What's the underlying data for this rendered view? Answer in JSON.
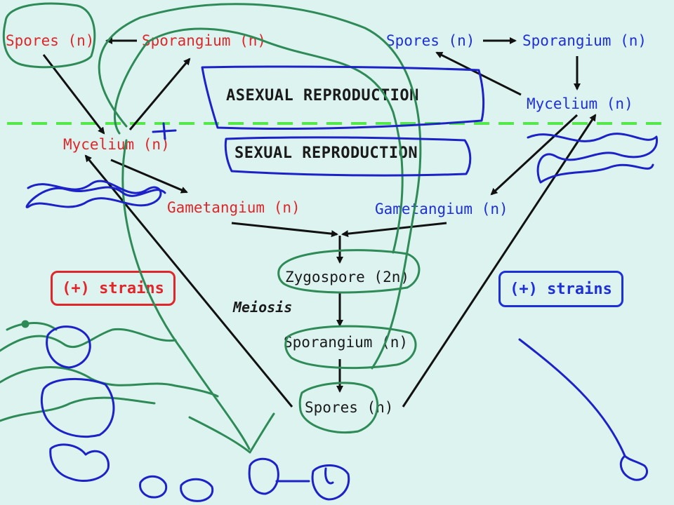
{
  "colors": {
    "background": "#dcf3ef",
    "left_strain": "#e0262a",
    "right_strain": "#1d2fd8",
    "arrows": "#111111",
    "divider": "#55e84a",
    "ink_green": "#2e8b57",
    "ink_blue": "#1c22c8"
  },
  "left_cycle": {
    "spores": "Spores (n)",
    "sporangium": "Sporangium (n)",
    "mycelium": "Mycelium (n)",
    "gametangium": "Gametangium (n)",
    "strain_label": "(+) strains"
  },
  "right_cycle": {
    "spores": "Spores (n)",
    "sporangium": "Sporangium (n)",
    "mycelium": "Mycelium (n)",
    "gametangium": "Gametangium (n)",
    "strain_label": "(+) strains"
  },
  "center": {
    "asexual_title": "ASEXUAL REPRODUCTION",
    "sexual_title": "SEXUAL REPRODUCTION",
    "zygospore": "Zygospore (2n)",
    "meiosis": "Meiosis",
    "sporangium": "Sporangium (n)",
    "spores": "Spores (n)"
  },
  "annotation": {
    "plus_mark": "+"
  }
}
